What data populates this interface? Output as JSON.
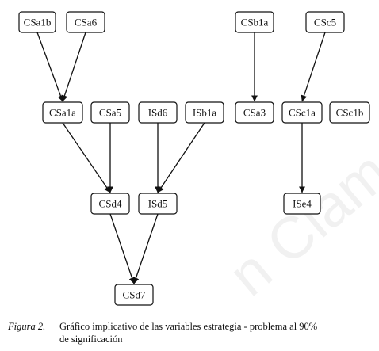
{
  "diagram": {
    "nodes": [
      {
        "id": "CSa1b",
        "label": "CSa1b"
      },
      {
        "id": "CSa6",
        "label": "CSa6"
      },
      {
        "id": "CSb1a",
        "label": "CSb1a"
      },
      {
        "id": "CSc5",
        "label": "CSc5"
      },
      {
        "id": "CSa1a",
        "label": "CSa1a"
      },
      {
        "id": "CSa5",
        "label": "CSa5"
      },
      {
        "id": "ISd6",
        "label": "ISd6"
      },
      {
        "id": "ISb1a",
        "label": "ISb1a"
      },
      {
        "id": "CSa3",
        "label": "CSa3"
      },
      {
        "id": "CSc1a",
        "label": "CSc1a"
      },
      {
        "id": "CSc1b",
        "label": "CSc1b"
      },
      {
        "id": "CSd4",
        "label": "CSd4"
      },
      {
        "id": "ISd5",
        "label": "ISd5"
      },
      {
        "id": "ISe4",
        "label": "ISe4"
      },
      {
        "id": "CSd7",
        "label": "CSd7"
      }
    ],
    "edges": [
      {
        "from": "CSa1b",
        "to": "CSa1a"
      },
      {
        "from": "CSa6",
        "to": "CSa1a"
      },
      {
        "from": "CSa1a",
        "to": "CSd4"
      },
      {
        "from": "CSa5",
        "to": "CSd4"
      },
      {
        "from": "ISd6",
        "to": "ISd5"
      },
      {
        "from": "ISb1a",
        "to": "ISd5"
      },
      {
        "from": "CSd4",
        "to": "CSd7"
      },
      {
        "from": "ISd5",
        "to": "CSd7"
      },
      {
        "from": "CSb1a",
        "to": "CSa3"
      },
      {
        "from": "CSc5",
        "to": "CSc1a"
      },
      {
        "from": "CSc1a",
        "to": "ISe4"
      }
    ]
  },
  "watermark": "n Clame",
  "caption": {
    "label": "Figura 2.",
    "line1": "Gráfico implicativo de las variables estrategia - problema al 90%",
    "line2": "de significación"
  }
}
